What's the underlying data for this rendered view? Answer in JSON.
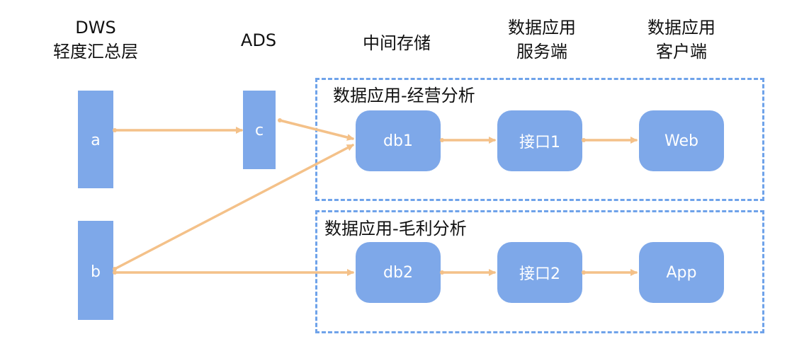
{
  "headers": {
    "dws": [
      "DWS",
      "轻度汇总层"
    ],
    "ads": [
      "ADS"
    ],
    "storage": [
      "中间存储"
    ],
    "server": [
      "数据应用",
      "服务端"
    ],
    "client": [
      "数据应用",
      "客户端"
    ]
  },
  "groups": [
    {
      "title": "数据应用-经营分析"
    },
    {
      "title": "数据应用-毛利分析"
    }
  ],
  "tables": {
    "a": "a",
    "b": "b",
    "c": "c"
  },
  "nodes": {
    "db1": "db1",
    "api1": "接口1",
    "web": "Web",
    "db2": "db2",
    "api2": "接口2",
    "app": "App"
  },
  "edges": [
    {
      "from": "a",
      "to": "c"
    },
    {
      "from": "c",
      "to": "db1"
    },
    {
      "from": "b",
      "to": "db1"
    },
    {
      "from": "b",
      "to": "db2"
    },
    {
      "from": "db1",
      "to": "接口1"
    },
    {
      "from": "接口1",
      "to": "Web"
    },
    {
      "from": "db2",
      "to": "接口2"
    },
    {
      "from": "接口2",
      "to": "App"
    }
  ],
  "colors": {
    "block": "#7ea8e9",
    "arrow": "#f4c189",
    "border": "#6fa3ea"
  }
}
